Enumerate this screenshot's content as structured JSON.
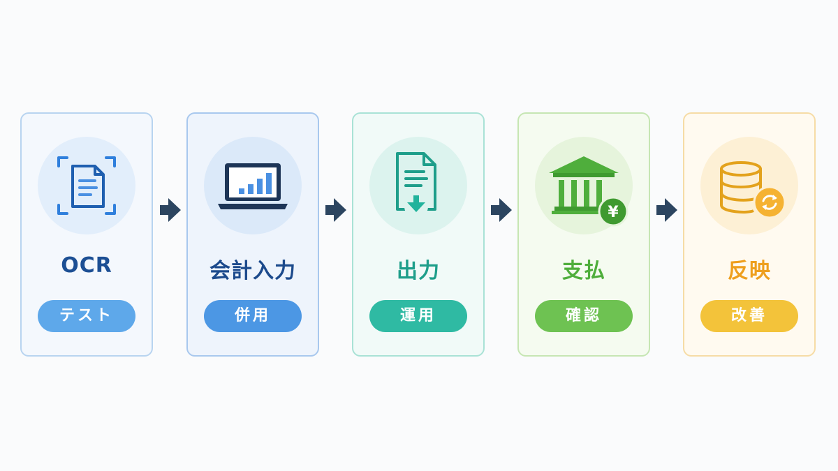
{
  "steps": [
    {
      "title": "OCR",
      "badge": "テスト",
      "icon": "document-scan-icon"
    },
    {
      "title": "会計入力",
      "badge": "併用",
      "icon": "laptop-chart-icon"
    },
    {
      "title": "出力",
      "badge": "運用",
      "icon": "document-download-icon"
    },
    {
      "title": "支払",
      "badge": "確認",
      "icon": "bank-yen-icon"
    },
    {
      "title": "反映",
      "badge": "改善",
      "icon": "database-sync-icon"
    }
  ],
  "colors": {
    "blue": "#1c4f94",
    "teal": "#1e9e8a",
    "green": "#4fae3c",
    "orange": "#ee9f1e",
    "arrow": "#2c4560"
  }
}
